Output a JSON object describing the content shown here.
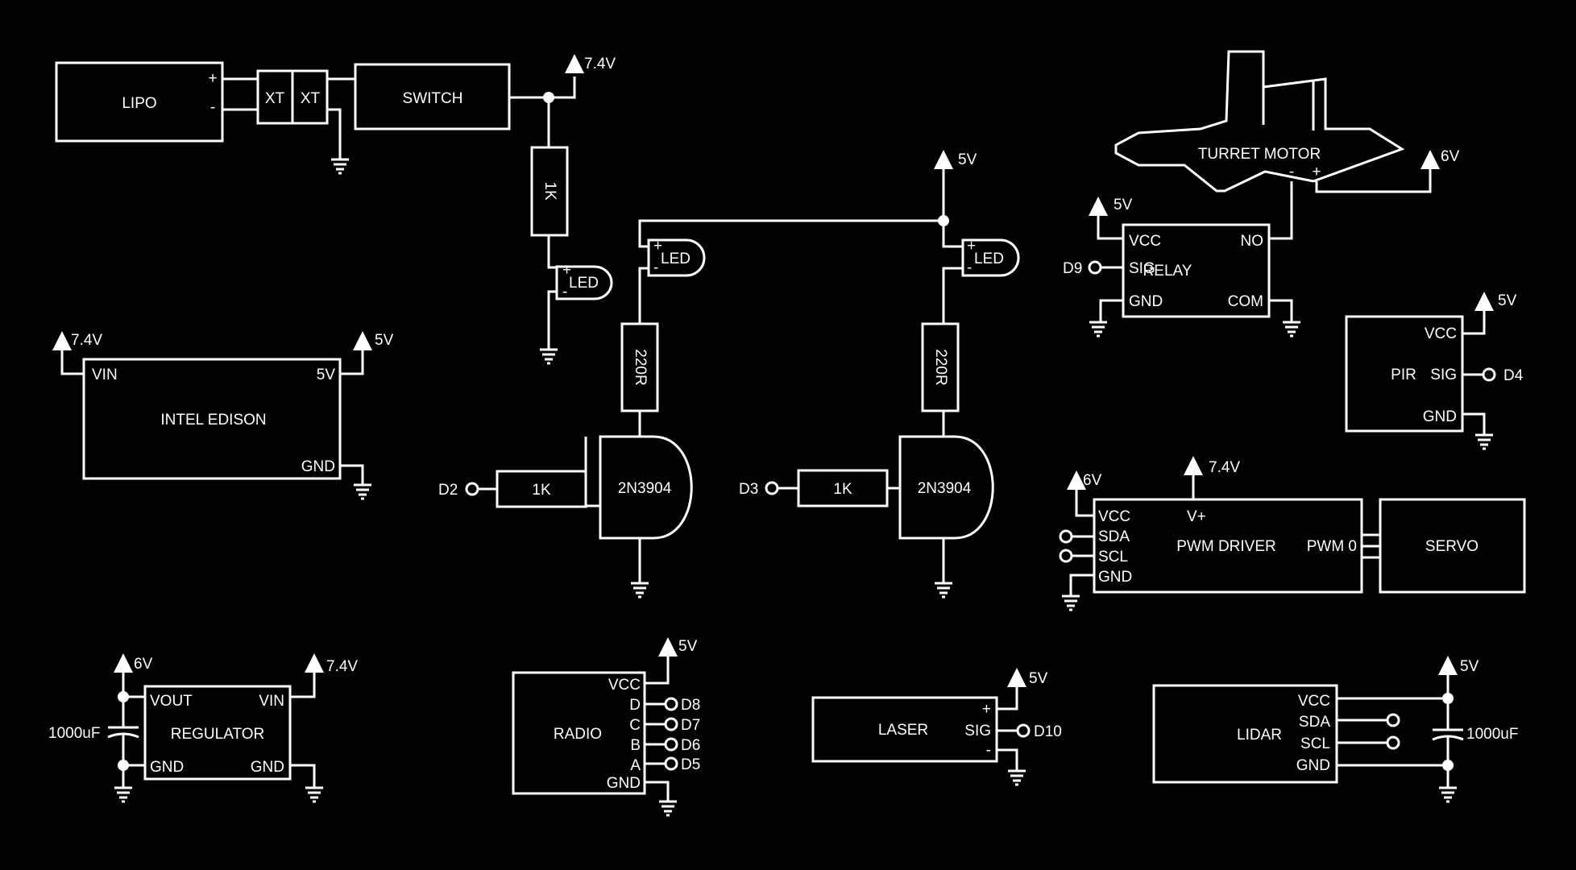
{
  "colors": {
    "background": "#000000",
    "foreground": "#ffffff"
  },
  "power": {
    "v74_switch": "7.4V",
    "v5_top": "5V",
    "v6_motor": "6V",
    "v5_relay": "5V",
    "v74_edison": "7.4V",
    "v5_edison": "5V",
    "v5_pir": "5V",
    "v6_pwm": "6V",
    "v74_pwm": "7.4V",
    "v6_reg": "6V",
    "v74_reg": "7.4V",
    "v5_radio": "5V",
    "v5_laser": "5V",
    "v5_lidar": "5V"
  },
  "battery": {
    "label": "LIPO",
    "plus": "+",
    "minus": "-"
  },
  "connectors": {
    "xt1": "XT",
    "xt2": "XT"
  },
  "switch": {
    "label": "SWITCH"
  },
  "resistors": {
    "r_led": "1K",
    "r_q1c": "220R",
    "r_q2c": "220R",
    "r_q1b": "1K",
    "r_q2b": "1K"
  },
  "leds": {
    "led1": {
      "label": "LED",
      "plus": "+",
      "minus": "-"
    },
    "led2": {
      "label": "LED",
      "plus": "+",
      "minus": "-"
    },
    "led3": {
      "label": "LED",
      "plus": "+",
      "minus": "-"
    }
  },
  "transistors": {
    "q1": "2N3904",
    "q2": "2N3904"
  },
  "inputs": {
    "q1": "D2",
    "q2": "D3"
  },
  "motor": {
    "label": "TURRET MOTOR",
    "minus": "-",
    "plus": "+"
  },
  "relay": {
    "label": "RELAY",
    "vcc": "VCC",
    "sig": "SIG",
    "gnd": "GND",
    "no": "NO",
    "com": "COM",
    "pin": "D9"
  },
  "edison": {
    "label": "INTEL EDISON",
    "vin": "VIN",
    "v5": "5V",
    "gnd": "GND"
  },
  "pir": {
    "label": "PIR",
    "vcc": "VCC",
    "sig": "SIG",
    "gnd": "GND",
    "pin": "D4"
  },
  "pwm": {
    "label": "PWM DRIVER",
    "vcc": "VCC",
    "sda": "SDA",
    "scl": "SCL",
    "gnd": "GND",
    "vplus": "V+",
    "pwm0": "PWM 0"
  },
  "servo": {
    "label": "SERVO"
  },
  "regulator": {
    "label": "REGULATOR",
    "vout": "VOUT",
    "vin": "VIN",
    "gnd_left": "GND",
    "gnd_right": "GND",
    "cap": "1000uF"
  },
  "radio": {
    "label": "RADIO",
    "vcc": "VCC",
    "d": "D",
    "c": "C",
    "b": "B",
    "a": "A",
    "gnd": "GND",
    "pin_d": "D8",
    "pin_c": "D7",
    "pin_b": "D6",
    "pin_a": "D5"
  },
  "laser": {
    "label": "LASER",
    "plus": "+",
    "sig": "SIG",
    "minus": "-",
    "pin": "D10"
  },
  "lidar": {
    "label": "LIDAR",
    "vcc": "VCC",
    "sda": "SDA",
    "scl": "SCL",
    "gnd": "GND",
    "cap": "1000uF"
  }
}
